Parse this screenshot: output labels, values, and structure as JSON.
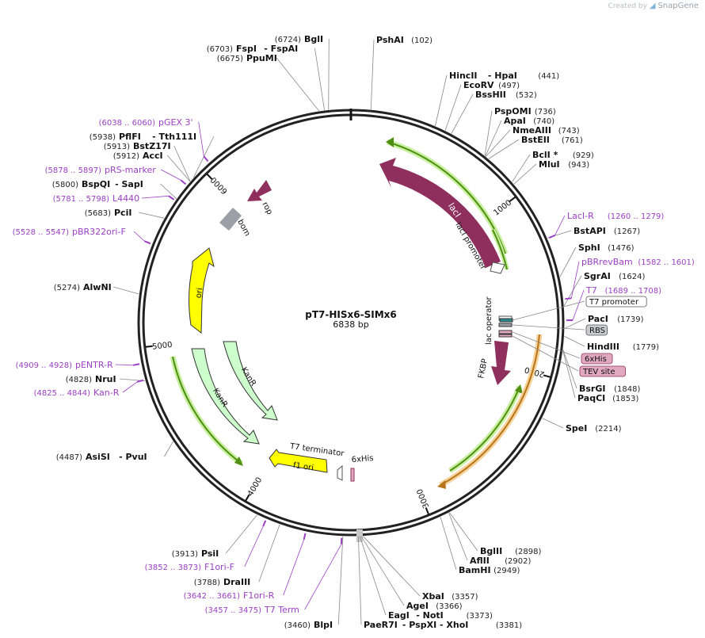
{
  "credit": {
    "prefix": "Created by",
    "brand": "SnapGene"
  },
  "plasmid": {
    "name": "pT7-HISx6-SIMx6",
    "length": 6838,
    "length_label": "6838 bp"
  },
  "ticks": [
    "1000",
    "2000",
    "3000",
    "4000",
    "5000",
    "6000"
  ],
  "enzymes": [
    {
      "name": "PshAI",
      "pos": "(102)"
    },
    {
      "name": "HincII",
      "extra": "- HpaI",
      "pos": "(441)"
    },
    {
      "name": "EcoRV",
      "pos": "(497)"
    },
    {
      "name": "BssHII",
      "pos": "(532)"
    },
    {
      "name": "PspOMI",
      "pos": "(736)"
    },
    {
      "name": "ApaI",
      "pos": "(740)"
    },
    {
      "name": "NmeAIII",
      "pos": "(743)"
    },
    {
      "name": "BstEII",
      "pos": "(761)"
    },
    {
      "name": "BclI *",
      "pos": "(929)"
    },
    {
      "name": "MluI",
      "pos": "(943)"
    },
    {
      "name": "BstAPI",
      "pos": "(1267)"
    },
    {
      "name": "SphI",
      "pos": "(1476)"
    },
    {
      "name": "SgrAI",
      "pos": "(1624)"
    },
    {
      "name": "PacI",
      "pos": "(1739)"
    },
    {
      "name": "HindIII",
      "pos": "(1779)"
    },
    {
      "name": "BsrGI",
      "pos": "(1848)"
    },
    {
      "name": "PaqCI",
      "pos": "(1853)"
    },
    {
      "name": "SpeI",
      "pos": "(2214)"
    },
    {
      "name": "BglII",
      "pos": "(2898)"
    },
    {
      "name": "AflII",
      "pos": "(2902)"
    },
    {
      "name": "BamHI",
      "pos": "(2949)"
    },
    {
      "name": "XbaI",
      "pos": "(3357)"
    },
    {
      "name": "AgeI",
      "pos": "(3366)"
    },
    {
      "name": "EagI",
      "extra": "- NotI",
      "pos": "(3373)"
    },
    {
      "name": "PaeR7I",
      "extra": "- PspXI - XhoI",
      "pos": "(3381)"
    },
    {
      "name": "BlpI",
      "pos": "(3460)"
    },
    {
      "name": "DraIII",
      "pos": "(3788)"
    },
    {
      "name": "PsiI",
      "pos": "(3913)"
    },
    {
      "name": "AsiSI",
      "extra": "- PvuI",
      "pos": "(4487)"
    },
    {
      "name": "NruI",
      "pos": "(4828)"
    },
    {
      "name": "AlwNI",
      "pos": "(5274)"
    },
    {
      "name": "PciI",
      "pos": "(5683)"
    },
    {
      "name": "BspQI",
      "extra": "- SapI",
      "pos": "(5800)"
    },
    {
      "name": "AccI",
      "pos": "(5912)"
    },
    {
      "name": "BstZ17I",
      "pos": "(5913)"
    },
    {
      "name": "PflFI",
      "extra": "- Tth111I",
      "pos": "(5938)"
    },
    {
      "name": "PpuMI",
      "pos": "(6675)"
    },
    {
      "name": "FspI",
      "extra": "- FspAI",
      "pos": "(6703)"
    },
    {
      "name": "BglI",
      "pos": "(6724)"
    }
  ],
  "primers": [
    {
      "name": "LacI-R",
      "range": "(1260 .. 1279)"
    },
    {
      "name": "pBRrevBam",
      "range": "(1582 .. 1601)"
    },
    {
      "name": "T7",
      "range": "(1689 .. 1708)"
    },
    {
      "name": "F1ori-F",
      "range": "(3852 .. 3873)"
    },
    {
      "name": "F1ori-R",
      "range": "(3642 .. 3661)"
    },
    {
      "name": "T7 Term",
      "range": "(3457 .. 3475)"
    },
    {
      "name": "pENTR-R",
      "range": "(4909 .. 4928)"
    },
    {
      "name": "Kan-R",
      "range": "(4825 .. 4844)"
    },
    {
      "name": "pBR322ori-F",
      "range": "(5528 .. 5547)"
    },
    {
      "name": "L4440",
      "range": "(5781 .. 5798)"
    },
    {
      "name": "pRS-marker",
      "range": "(5878 .. 5897)"
    },
    {
      "name": "pGEX 3'",
      "range": "(6038 .. 6060)"
    }
  ],
  "boxed_features": [
    "T7 promoter",
    "RBS",
    "6xHis",
    "TEV site"
  ],
  "features": [
    "lacI",
    "lacI promoter",
    "lac operator",
    "FKBP",
    "T7 terminator",
    "6xHis",
    "f1 ori",
    "KanR",
    "KanR",
    "ori",
    "bom",
    "rop"
  ],
  "colors": {
    "lacI": "#8e2f5e",
    "fkbp": "#8e2f5e",
    "rop": "#8e2f5e",
    "ori": "#ffff00",
    "f1ori": "#ffff00",
    "kanr": "#ccffcc",
    "bom": "#9aa0a6",
    "primer": "#9b3fc4",
    "tag": "#e0a9bd",
    "green_arc": "#6aa81e",
    "orange_arc": "#d98a1c"
  }
}
